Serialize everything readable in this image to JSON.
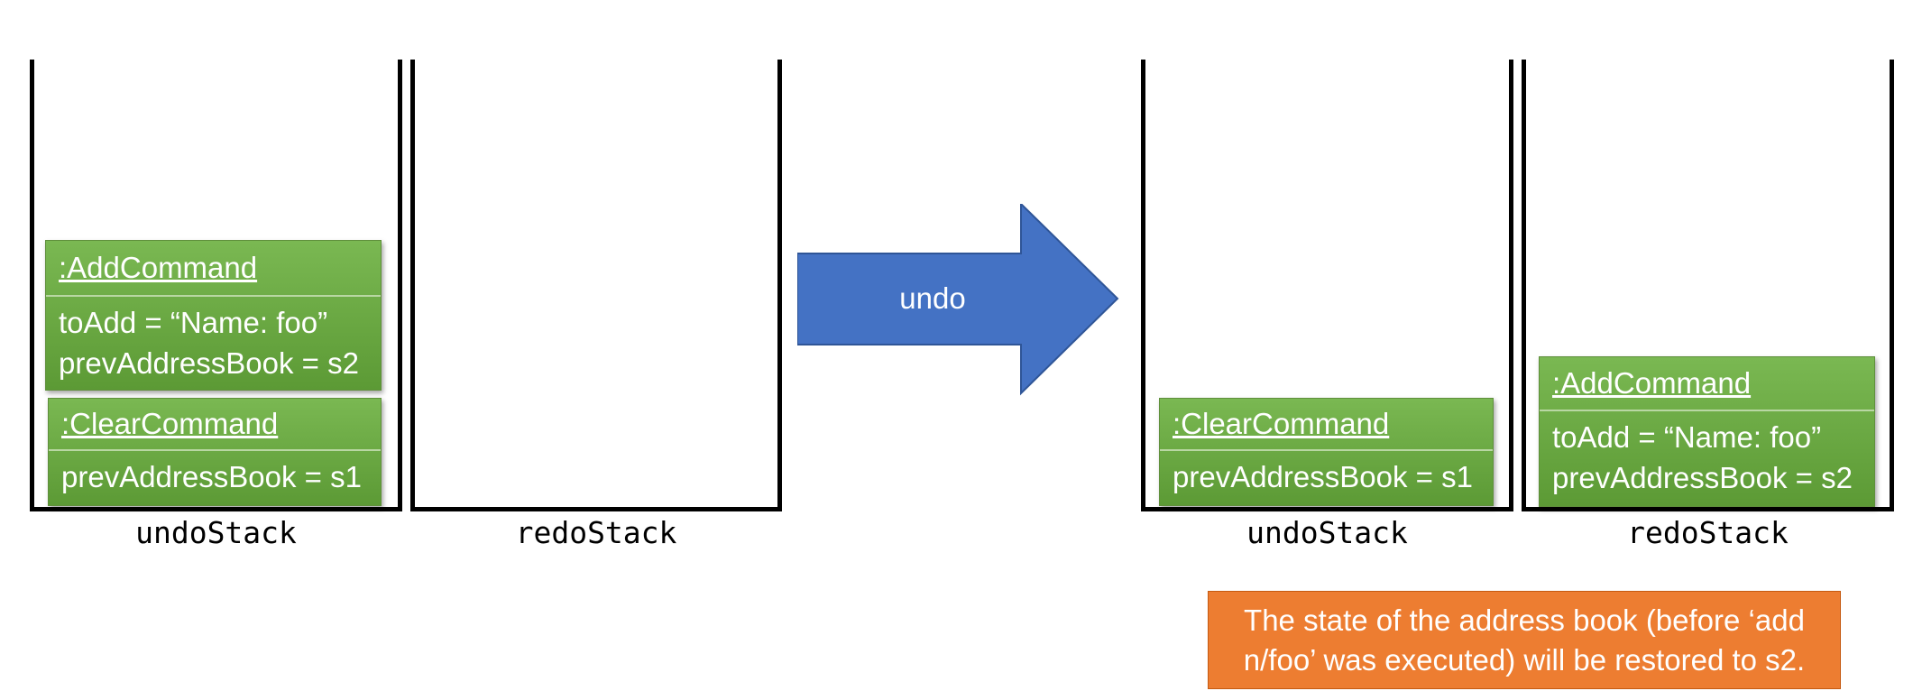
{
  "before": {
    "undo_stack": {
      "label": "undoStack",
      "items": [
        {
          "title": ":AddCommand",
          "lines": [
            "toAdd = “Name: foo”",
            "prevAddressBook = s2"
          ]
        },
        {
          "title": ":ClearCommand",
          "lines": [
            "prevAddressBook = s1"
          ]
        }
      ]
    },
    "redo_stack": {
      "label": "redoStack",
      "items": []
    }
  },
  "action": {
    "label": "undo",
    "color": "#4472c4"
  },
  "after": {
    "undo_stack": {
      "label": "undoStack",
      "items": [
        {
          "title": ":ClearCommand",
          "lines": [
            "prevAddressBook = s1"
          ]
        }
      ]
    },
    "redo_stack": {
      "label": "redoStack",
      "items": [
        {
          "title": ":AddCommand",
          "lines": [
            "toAdd = “Name: foo”",
            "prevAddressBook = s2"
          ]
        }
      ]
    }
  },
  "note": {
    "text": "The state of the address book (before ‘add n/foo’ was executed) will be restored to s2.",
    "color": "#ed7d31"
  },
  "colors": {
    "command_box": "#70ad47",
    "stack_border": "#000000"
  }
}
